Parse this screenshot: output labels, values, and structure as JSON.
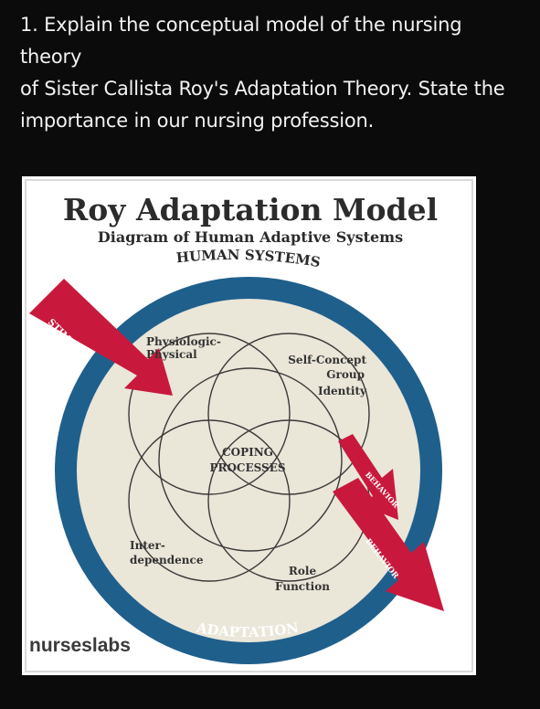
{
  "question": {
    "line1": "1. Explain the conceptual model of the nursing theory",
    "line2": "of Sister Callista Roy's Adaptation Theory.  State the",
    "line3": "importance in our nursing profession."
  },
  "diagram": {
    "title": "Roy Adaptation Model",
    "subtitle": "Diagram of Human Adaptive Systems",
    "system_label": "HUMAN SYSTEMS",
    "input_label": "STIMULI",
    "output_label_1": "BEHAVIOR",
    "output_label_2": "BEHAVIOR",
    "ring_label": "ADAPTATION",
    "center_line1": "COPING",
    "center_line2": "PROCESSES",
    "mode_physio_1": "Physiologic-",
    "mode_physio_2": "Physical",
    "mode_self_1": "Self-Concept",
    "mode_self_2": "Group",
    "mode_self_3": "Identity",
    "mode_inter_1": "Inter-",
    "mode_inter_2": "dependence",
    "mode_role_1": "Role",
    "mode_role_2": "Function",
    "logo": "nurseslabs",
    "colors": {
      "ring": "#1f5f8c",
      "arrow": "#c8193c",
      "fill": "#eae6d8",
      "title": "#2b2b2b"
    }
  }
}
